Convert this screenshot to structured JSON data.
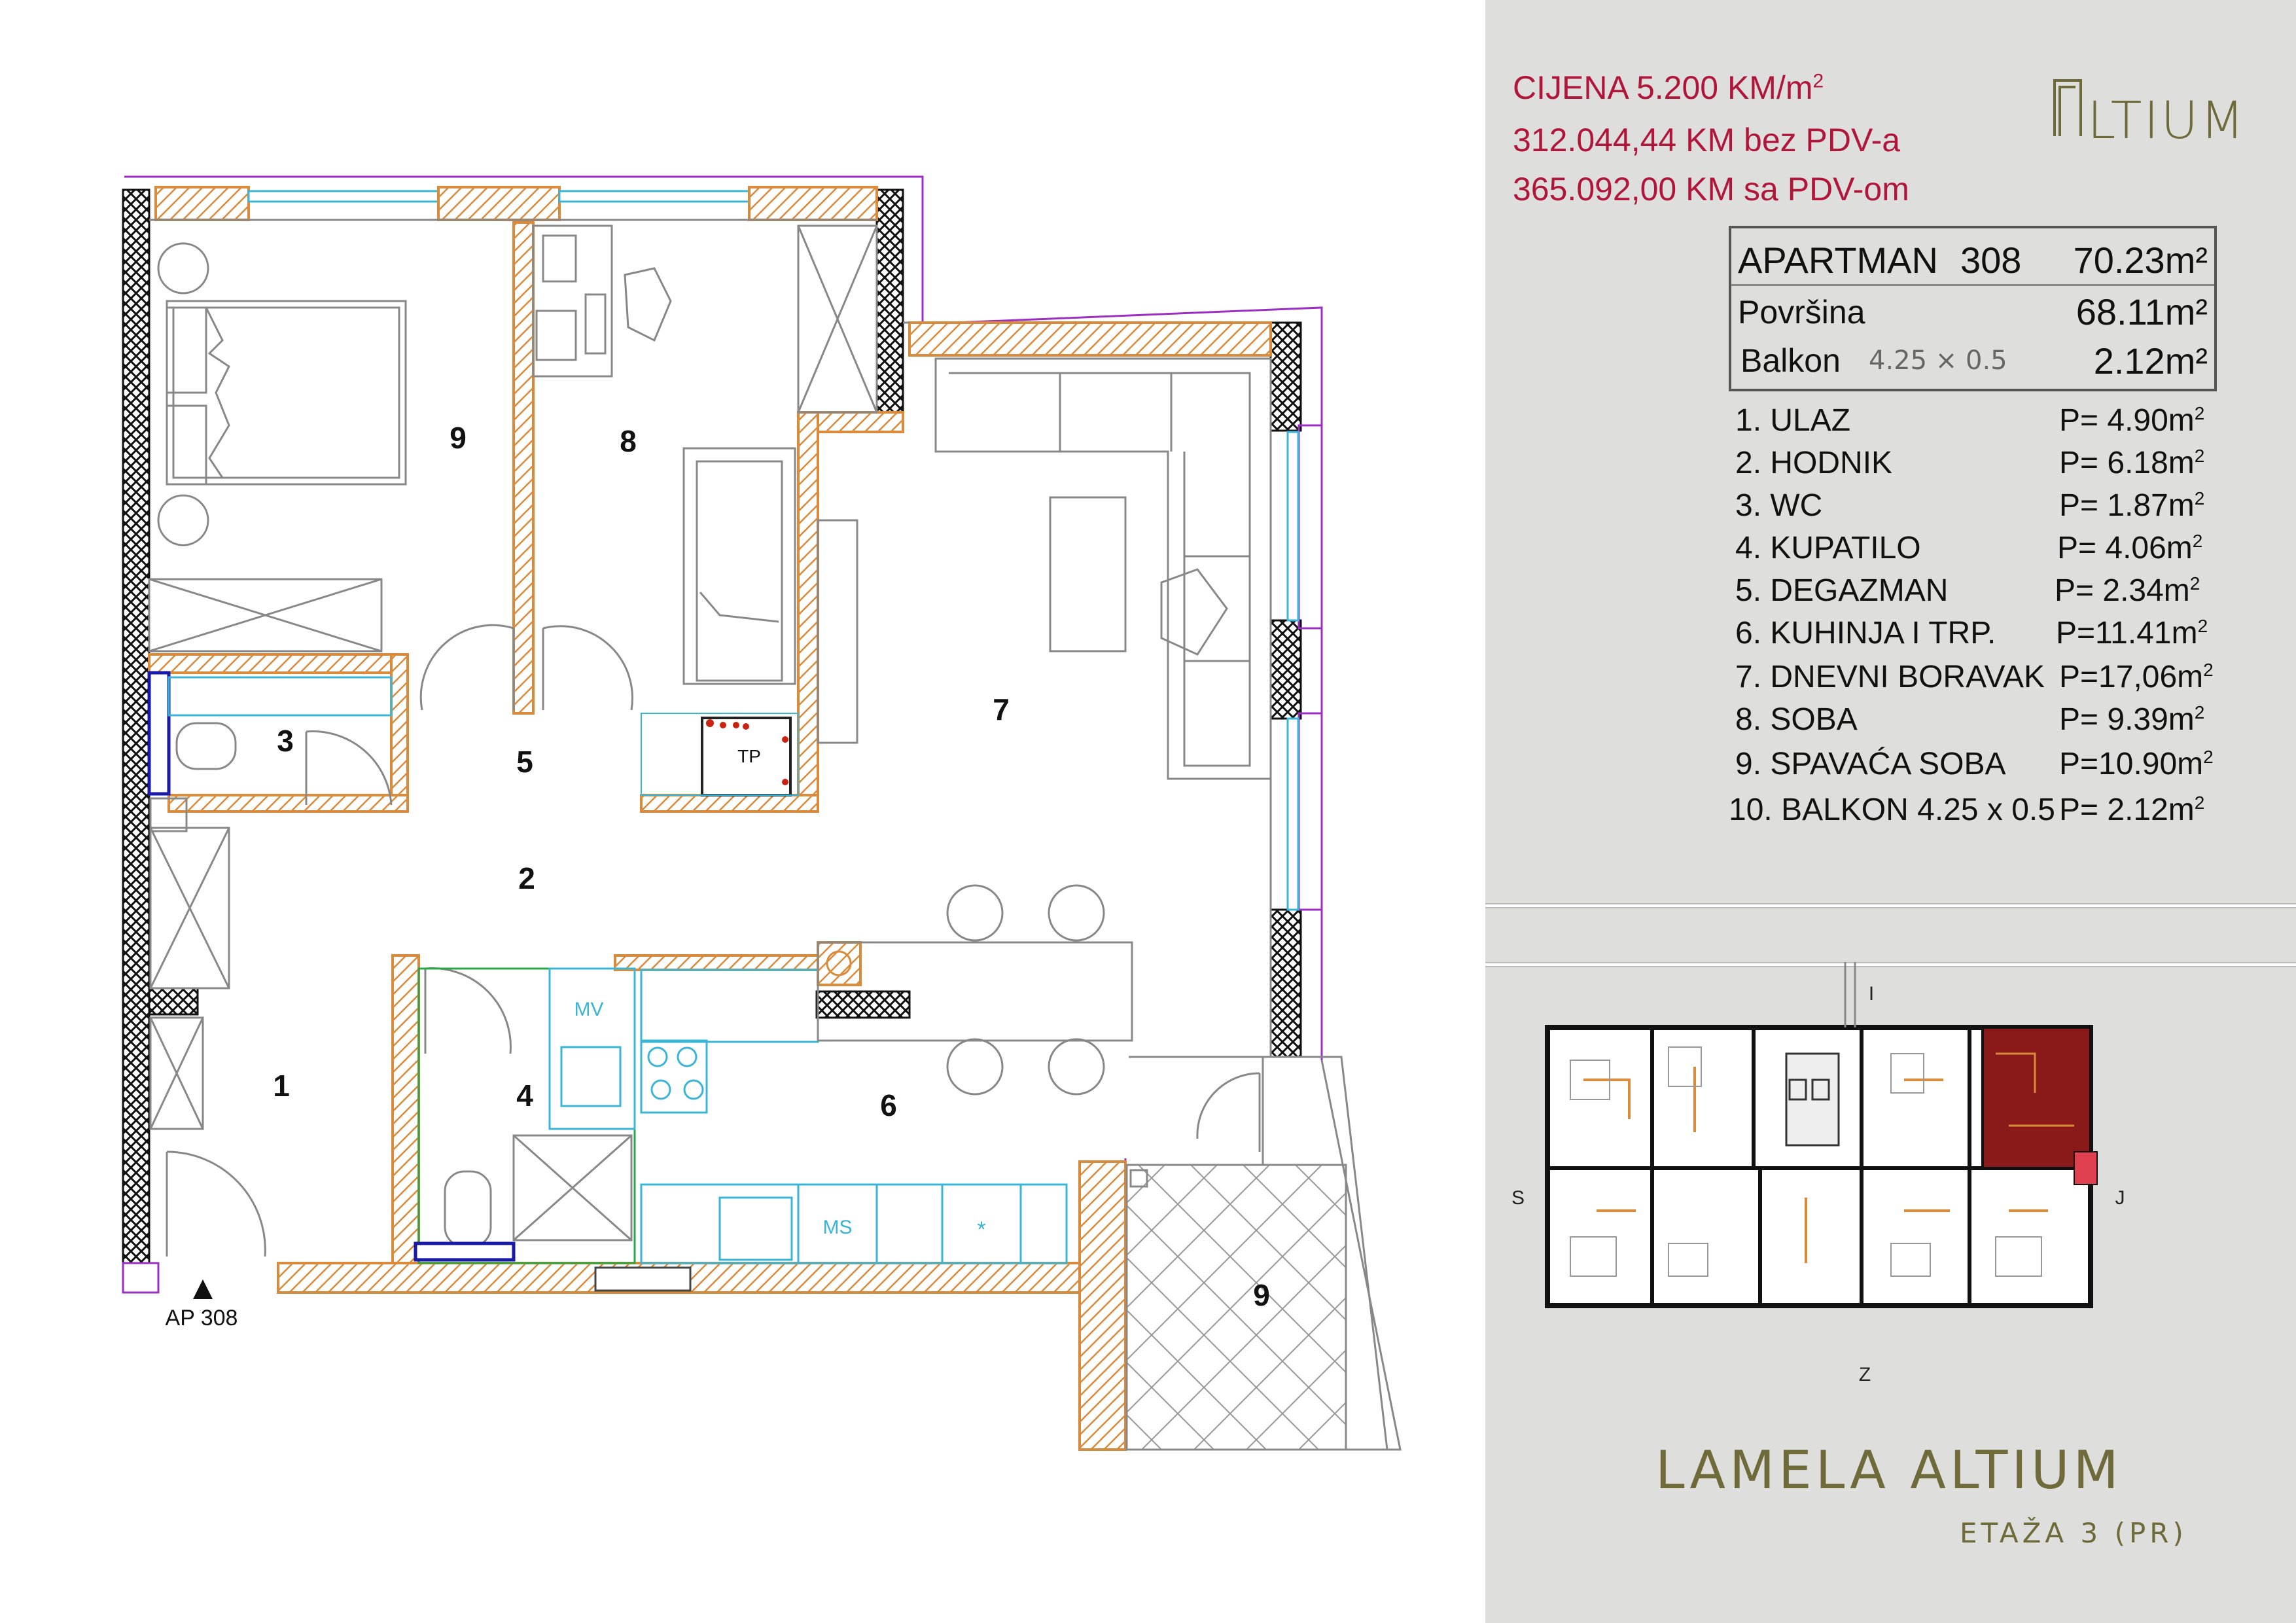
{
  "plan": {
    "room_numbers": {
      "r9_bed": "9",
      "r8": "8",
      "r3": "3",
      "r5": "5",
      "r7": "7",
      "r2": "2",
      "r1": "1",
      "r4": "4",
      "r6": "6",
      "r9_balcony": "9"
    },
    "fixtures": {
      "tp": "TP",
      "mv": "MV",
      "ms": "MS",
      "star": "*"
    },
    "entrance_label": "AP 308"
  },
  "prices": {
    "line1": "CIJENA 5.200 KM/m",
    "line1_sup": "2",
    "line2": "312.044,44 KM bez PDV-a",
    "line3": "365.092,00 KM sa PDV-om"
  },
  "logo": {
    "text": "LTIUM"
  },
  "summary": {
    "apartment_label": "APARTMAN",
    "apartment_no": "308",
    "total_area": "70.23m²",
    "surface_label": "Površina",
    "surface_area": "68.11m²",
    "balcony_label": "Balkon",
    "balcony_dims": "4.25 × 0.5",
    "balcony_area": "2.12m²"
  },
  "rooms": [
    {
      "name": "1. ULAZ",
      "area": "P= 4.90m",
      "sup": "2"
    },
    {
      "name": "2. HODNIK",
      "area": "P= 6.18m",
      "sup": "2"
    },
    {
      "name": "3. WC",
      "area": "P= 1.87m",
      "sup": "2"
    },
    {
      "name": "4. KUPATILO",
      "area": "P= 4.06m",
      "sup": "2"
    },
    {
      "name": "5. DEGAZMAN",
      "area": "P= 2.34m",
      "sup": "2"
    },
    {
      "name": "6. KUHINJA I TRP.",
      "area": "P=11.41m",
      "sup": "2"
    },
    {
      "name": "7. DNEVNI BORAVAK",
      "area": "P=17,06m",
      "sup": "2"
    },
    {
      "name": "8. SOBA",
      "area": "P= 9.39m",
      "sup": "2"
    },
    {
      "name": "9. SPAVAĆA SOBA",
      "area": "P=10.90m",
      "sup": "2"
    },
    {
      "name": "10. BALKON 4.25 x 0.5",
      "area": "P= 2.12m",
      "sup": "2"
    }
  ],
  "keyplan": {
    "north": "I",
    "south": "Z",
    "west": "S",
    "east": "J"
  },
  "title": "LAMELA ALTIUM",
  "floor": "ETAŽA 3 (PR)",
  "colors": {
    "price": "#b0163a",
    "brand": "#6f6a3a",
    "wall_orange": "#d98a3a",
    "window_cyan": "#3bb5d6",
    "outline_purple": "#9b2fc4",
    "highlight": "#8a1a1a",
    "panel_bg": "#dededd"
  }
}
